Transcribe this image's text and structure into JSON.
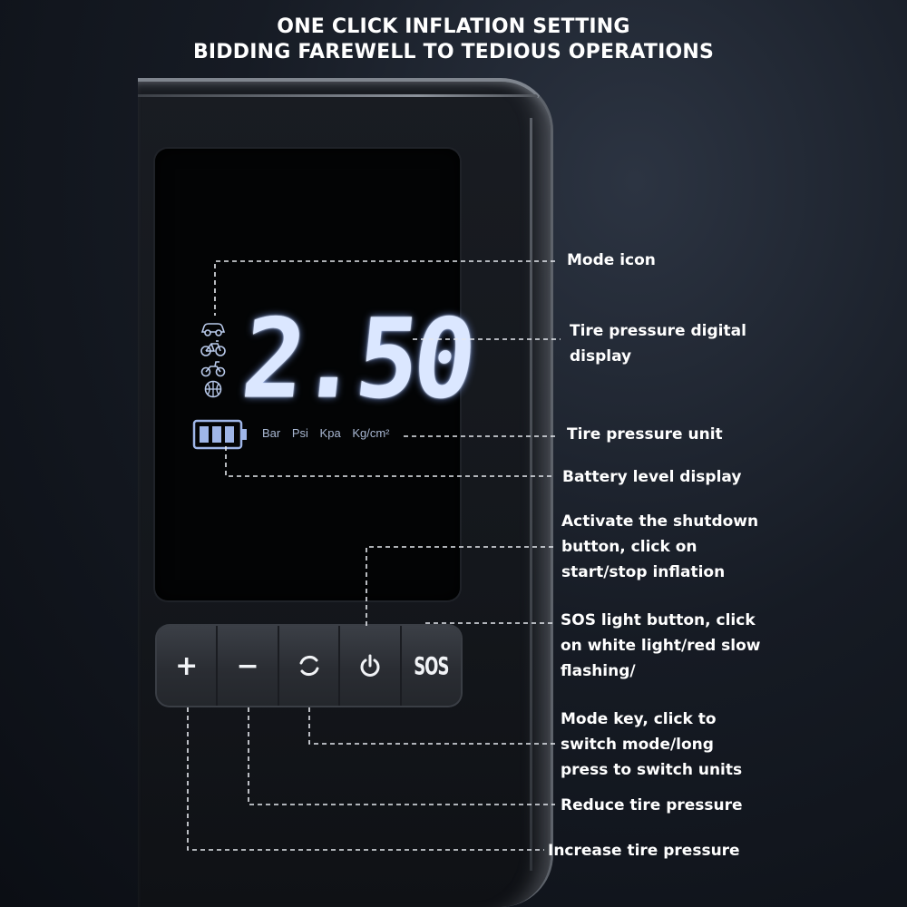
{
  "headline": {
    "line1": "ONE CLICK INFLATION SETTING",
    "line2": "BIDDING FAREWELL TO TEDIOUS OPERATIONS"
  },
  "display": {
    "pressure_value": "2.50",
    "units": [
      "Bar",
      "Psi",
      "Kpa",
      "Kg/cm²"
    ],
    "mode_icons": [
      "car-icon",
      "bicycle-icon",
      "motorcycle-icon",
      "ball-icon"
    ],
    "battery_bars": 3,
    "glow_color": "#8fb4ff"
  },
  "buttons": {
    "plus": "+",
    "minus": "−",
    "mode_icon": "cycle-icon",
    "power_icon": "power-icon",
    "sos": "SOS"
  },
  "callouts": {
    "mode_icon": "Mode icon",
    "digital_display": "Tire pressure digital\ndisplay",
    "unit": "Tire pressure unit",
    "battery": "Battery level display",
    "power": "Activate the shutdown\nbutton, click on\nstart/stop inflation",
    "sos": "SOS light button, click\non white light/red slow\nflashing/",
    "mode_key": "Mode key, click to\nswitch mode/long\npress to switch units",
    "reduce": "Reduce tire pressure",
    "increase": "Increase tire pressure"
  }
}
